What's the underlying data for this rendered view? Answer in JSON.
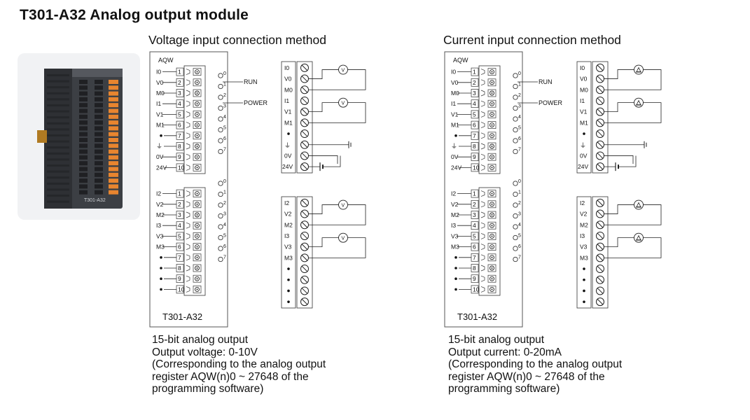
{
  "title": "T301-A32 Analog output module",
  "sections": {
    "voltage": {
      "heading": "Voltage input connection method",
      "notes": [
        "15-bit analog output",
        "Output voltage: 0-10V",
        "(Corresponding to the analog output",
        "register AQW(n)0 ~ 27648 of the",
        "programming software)"
      ]
    },
    "current": {
      "heading": "Current input connection method",
      "notes": [
        "15-bit analog output",
        "Output current: 0-20mA",
        "(Corresponding to the analog output",
        "register AQW(n)0 ~ 27648 of the",
        "programming software)"
      ]
    }
  },
  "module": {
    "header": "AQW",
    "model": "T301-A32",
    "photo_label": "T301-A32",
    "run_label": "RUN",
    "power_label": "POWER",
    "led_numbers": [
      "0",
      "1",
      "2",
      "3",
      "4",
      "5",
      "6",
      "7"
    ],
    "top_labels": [
      "I0",
      "V0",
      "M0",
      "I1",
      "V1",
      "M1",
      "•",
      "⏚",
      "0V",
      "24V"
    ],
    "bottom_labels": [
      "I2",
      "V2",
      "M2",
      "I3",
      "V3",
      "M3",
      "•",
      "•",
      "•",
      "•"
    ],
    "pin_numbers": [
      "1",
      "2",
      "3",
      "4",
      "5",
      "6",
      "7",
      "8",
      "9",
      "10"
    ]
  },
  "wiring": {
    "top_block": [
      "I0",
      "V0",
      "M0",
      "I1",
      "V1",
      "M1",
      "•",
      "⏚",
      "0V",
      "24V"
    ],
    "bottom_block": [
      "I2",
      "V2",
      "M2",
      "I3",
      "V3",
      "M3",
      "•",
      "•",
      "•",
      "•"
    ],
    "voltmeter_symbol": "V"
  },
  "colors": {
    "line": "#222222",
    "panel_border": "#555555",
    "terminal_orange": "#e8852f",
    "module_body": "#4a4d52"
  }
}
